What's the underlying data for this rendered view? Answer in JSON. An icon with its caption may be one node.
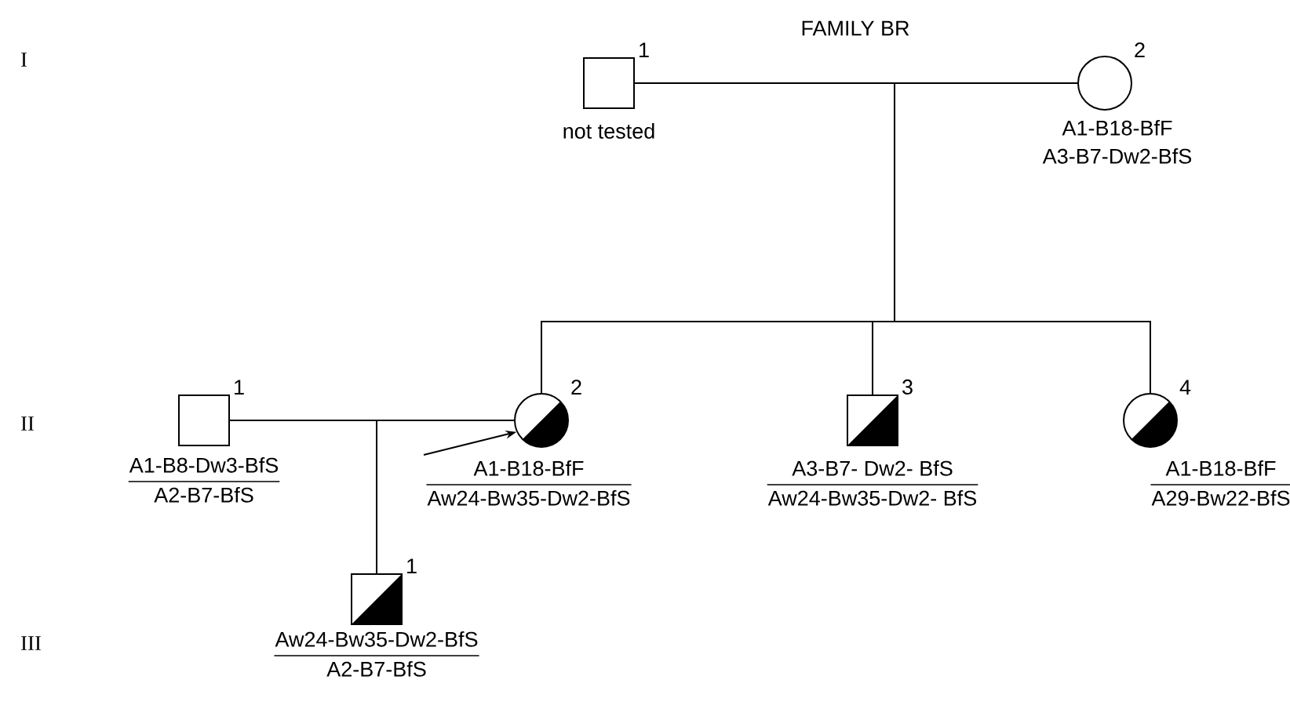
{
  "diagram": {
    "title": "FAMILY BR",
    "nodes": [
      {
        "text": [],
        "shape": "square",
        "beside": [
          "1",
          "not tested"
        ]
      },
      {
        "text": [],
        "shape": "circle",
        "beside": [
          "2",
          "A1-B18-BfF",
          "A3-B7-Dw2-BfS"
        ]
      },
      {
        "text": [],
        "shape": "square",
        "beside": [
          "1",
          "A1-B8-Dw3-BfS",
          "A2-B7-BfS"
        ]
      },
      {
        "text": [],
        "shape": "circle",
        "beside": [
          "2",
          "A1-B18-BfF",
          "Aw24-Bw35-Dw2-BfS"
        ]
      },
      {
        "text": [],
        "shape": "square",
        "beside": [
          "3",
          "A3-B7- Dw2- BfS",
          "Aw24-Bw35-Dw2- BfS"
        ]
      },
      {
        "text": [],
        "shape": "circle",
        "beside": [
          "4",
          "A1-B18-BfF",
          "A29-Bw22-BfS"
        ]
      },
      {
        "text": [],
        "shape": "square",
        "beside": [
          "1",
          "Aw24-Bw35-Dw2-BfS",
          "A2-B7-BfS"
        ]
      }
    ],
    "edges": [
      {
        "from": 0,
        "to": 1,
        "arrow": "none"
      },
      {
        "from": 0,
        "to": 3,
        "arrow": "none"
      },
      {
        "from": 0,
        "to": 4,
        "arrow": "none"
      },
      {
        "from": 0,
        "to": 5,
        "arrow": "none"
      },
      {
        "from": 1,
        "to": 3,
        "arrow": "none"
      },
      {
        "from": 1,
        "to": 4,
        "arrow": "none"
      },
      {
        "from": 1,
        "to": 5,
        "arrow": "none"
      },
      {
        "from": 2,
        "to": 3,
        "arrow": "none"
      },
      {
        "from": 2,
        "to": 6,
        "arrow": "none"
      },
      {
        "from": 3,
        "to": 6,
        "arrow": "none"
      },
      {
        "from": null,
        "to": 3,
        "arrow": "to"
      }
    ],
    "labels": [
      "I",
      "II",
      "III"
    ]
  }
}
